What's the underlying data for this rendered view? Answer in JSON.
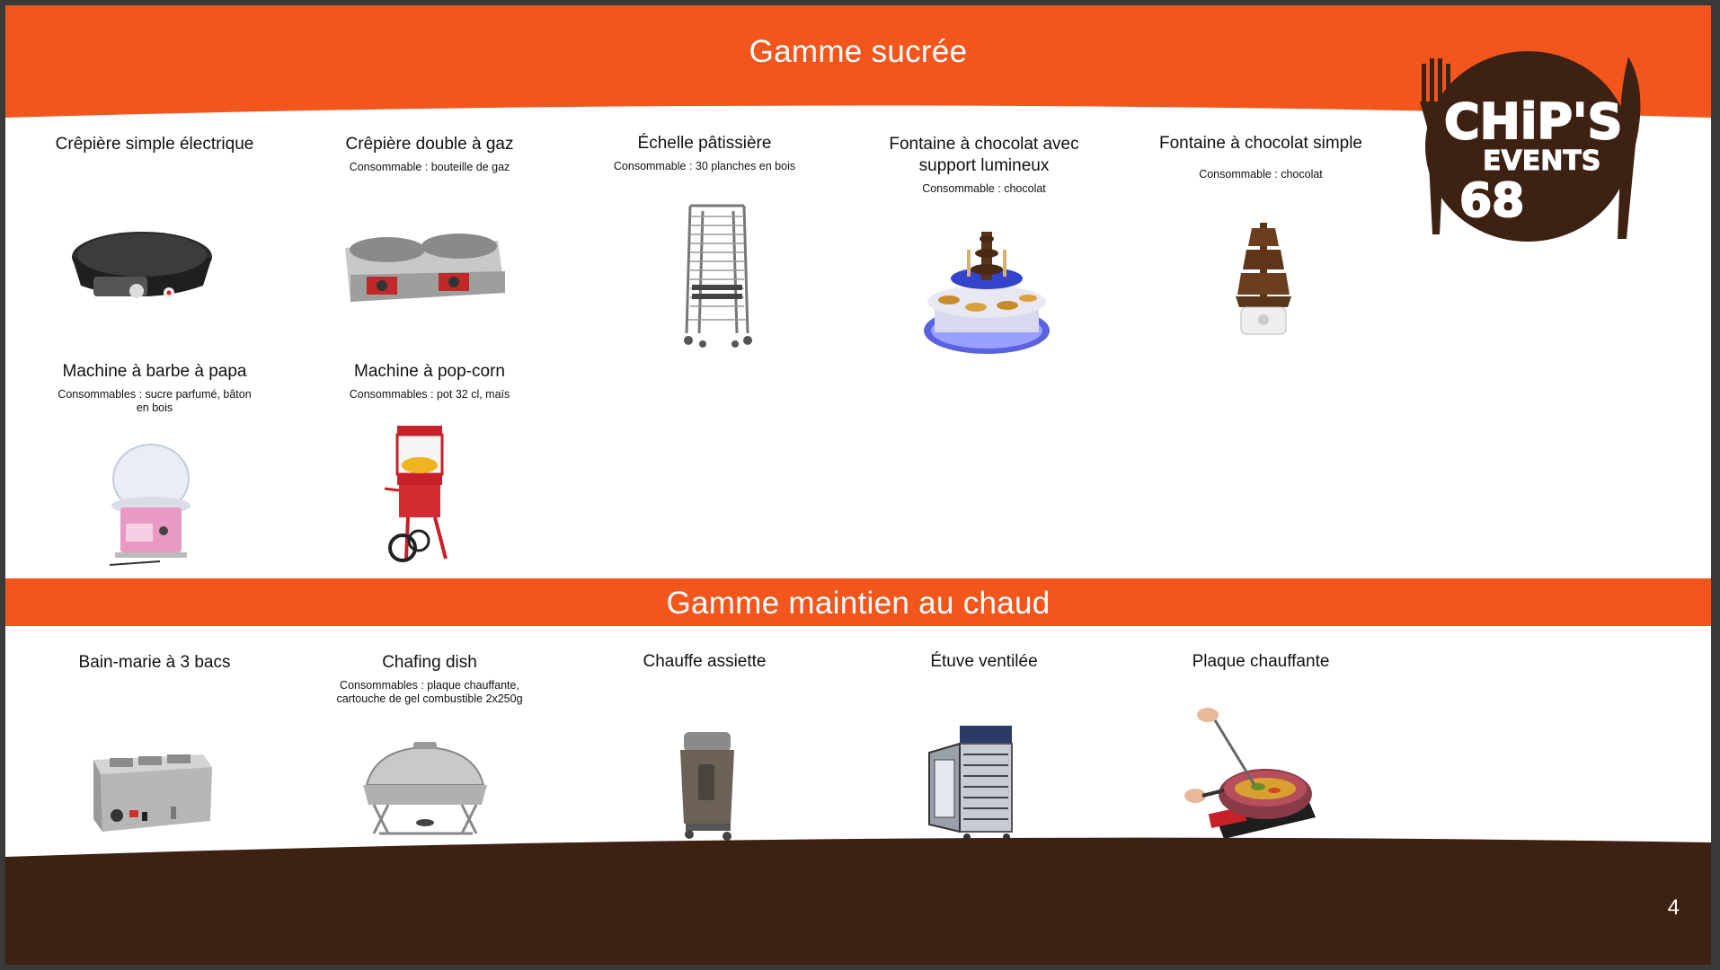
{
  "sections": {
    "sucree": "Gamme sucrée",
    "chaud": "Gamme maintien au chaud"
  },
  "logo": {
    "line1": "CHiP'S",
    "line2": "EVENTS",
    "line3": "68"
  },
  "colors": {
    "orange": "#f2561d",
    "brown": "#3d2112",
    "white": "#ffffff"
  },
  "products": {
    "p1": {
      "name": "Crêpière simple électrique",
      "consumable": ""
    },
    "p2": {
      "name": "Crêpière double à gaz",
      "consumable": "Consommable : bouteille de gaz"
    },
    "p3": {
      "name": "Échelle pâtissière",
      "consumable": "Consommable : 30 planches en bois"
    },
    "p4": {
      "name_l1": "Fontaine à chocolat avec",
      "name_l2": "support lumineux",
      "consumable": "Consommable : chocolat"
    },
    "p5": {
      "name": "Fontaine à chocolat simple",
      "consumable": "Consommable : chocolat"
    },
    "p6": {
      "name": "Machine à barbe à papa",
      "consumable_l1": "Consommables :  sucre  parfumé,  bâton",
      "consumable_l2": "en bois"
    },
    "p7": {
      "name": "Machine à pop-corn",
      "consumable": "Consommables : pot 32 cl, maïs"
    },
    "p8": {
      "name": "Bain-marie à 3 bacs",
      "consumable": ""
    },
    "p9": {
      "name": "Chafing dish",
      "consumable_l1": "Consommables : plaque chauffante,",
      "consumable_l2": "cartouche de gel combustible 2x250g"
    },
    "p10": {
      "name": "Chauffe assiette",
      "consumable": ""
    },
    "p11": {
      "name": "Étuve ventilée",
      "consumable": ""
    },
    "p12": {
      "name": "Plaque chauffante",
      "consumable": ""
    }
  },
  "page_number": "4"
}
